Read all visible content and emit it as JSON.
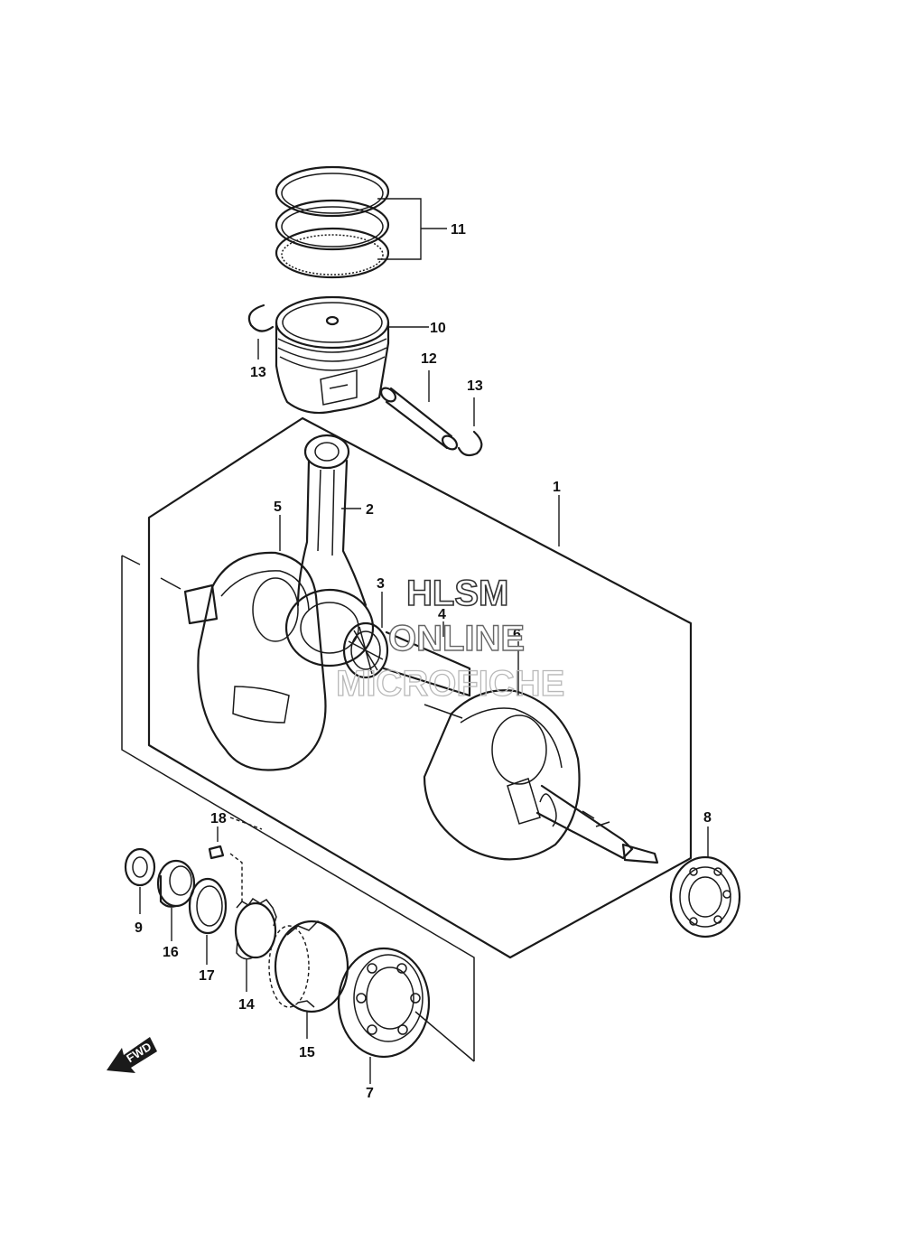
{
  "watermark": {
    "line1": "HLSM",
    "line2": "ONLINE",
    "line3": "MICROFICHE"
  },
  "direction_arrow": {
    "label": "FWD",
    "icon": "fwd-arrow-icon"
  },
  "callouts": {
    "c1": "1",
    "c2": "2",
    "c3": "3",
    "c4": "4",
    "c5": "5",
    "c6": "6",
    "c7": "7",
    "c8": "8",
    "c9": "9",
    "c10": "10",
    "c11": "11",
    "c12": "12",
    "c13a": "13",
    "c13b": "13",
    "c14": "14",
    "c15": "15",
    "c16": "16",
    "c17": "17",
    "c18": "18"
  }
}
